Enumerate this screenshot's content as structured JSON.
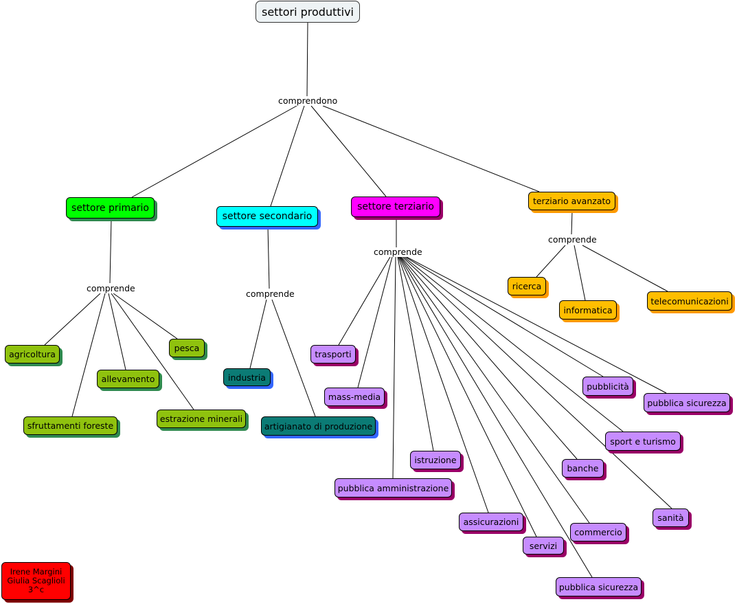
{
  "title": "settori produttivi",
  "links": {
    "main": "comprendono",
    "primario": "comprende",
    "secondario": "comprende",
    "terziario": "comprende",
    "avanzato": "comprende"
  },
  "sectors": {
    "primario": "settore primario",
    "secondario": "settore secondario",
    "terziario": "settore terziario",
    "avanzato": "terziario avanzato"
  },
  "primario_items": [
    "agricoltura",
    "pesca",
    "allevamento",
    "sfruttamenti foreste",
    "estrazione minerali"
  ],
  "secondario_items": [
    "industria",
    "artigianato di produzione"
  ],
  "terziario_items": [
    "trasporti",
    "mass-media",
    "pubblicità",
    "pubblica sicurezza",
    "sport e turismo",
    "istruzione",
    "banche",
    "pubblica amministrazione",
    "sanità",
    "assicurazioni",
    "commercio",
    "servizi",
    "pubblica sicurezza"
  ],
  "avanzato_items": [
    "ricerca",
    "informatica",
    "telecomunicazioni"
  ],
  "author": {
    "line1": "Irene Margini",
    "line2": "Giulia Scaglioli",
    "line3": "3^c"
  },
  "colors": {
    "root_fill": "#eef3f5",
    "primario": "#00ff00",
    "primario_items": "#8fc20e",
    "primario_shadow": "#2f8a4f",
    "secondario": "#00ffff",
    "secondario_items": "#0b7b75",
    "secondario_shadow": "#3366ff",
    "terziario": "#ff00ff",
    "terziario_items": "#c68cff",
    "terziario_shadow": "#990066",
    "avanzato": "#ffbe00",
    "avanzato_shadow": "#ff9900",
    "author": "#ff0000",
    "author_shadow": "#7f0000"
  }
}
